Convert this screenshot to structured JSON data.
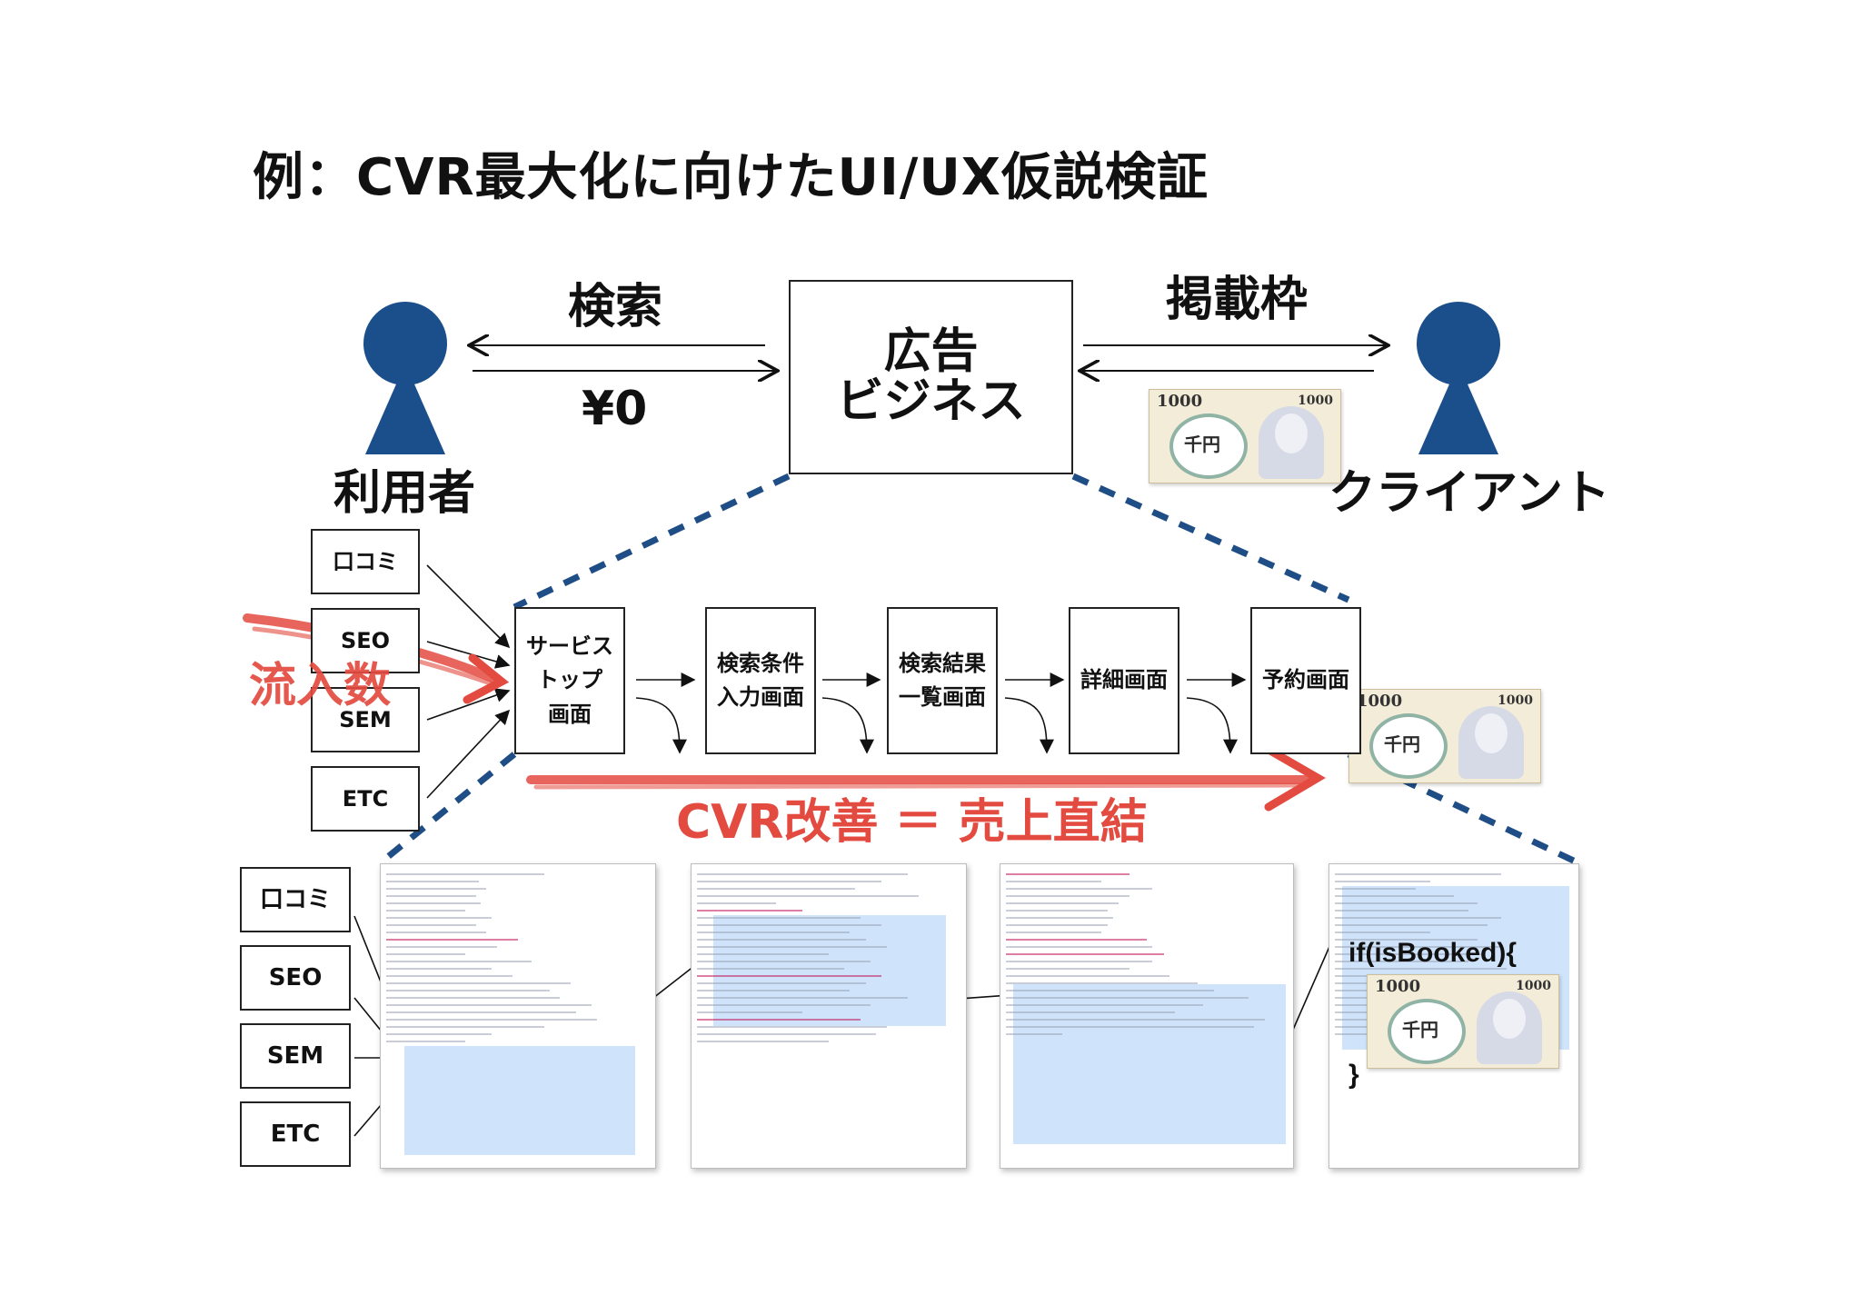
{
  "title": "例：CVR最大化に向けたUI/UX仮説検証",
  "top": {
    "search_label": "検索",
    "price_label": "¥0",
    "placement_label": "掲載枠",
    "center_box": "広告\nビジネス",
    "user_label": "利用者",
    "client_label": "クライアント"
  },
  "funnel": {
    "sources": [
      "口コミ",
      "SEO",
      "SEM",
      "ETC"
    ],
    "steps": [
      "サービス\nトップ\n画面",
      "検索条件\n入力画面",
      "検索結果\n一覧画面",
      "詳細画面",
      "予約画面"
    ],
    "inflow_label": "流入数",
    "cvr_label": "CVR改善 ＝ 売上直結"
  },
  "code_section": {
    "sources": [
      "口コミ",
      "SEO",
      "SEM",
      "ETC"
    ],
    "if_open": "if(isBooked){",
    "if_close": "}"
  },
  "bill": {
    "value": "1000",
    "yen": "千円"
  },
  "colors": {
    "person": "#1b4f8c",
    "dash": "#1f4e87",
    "accent_red": "#e34a40",
    "highlight": "#cfe4fa"
  }
}
